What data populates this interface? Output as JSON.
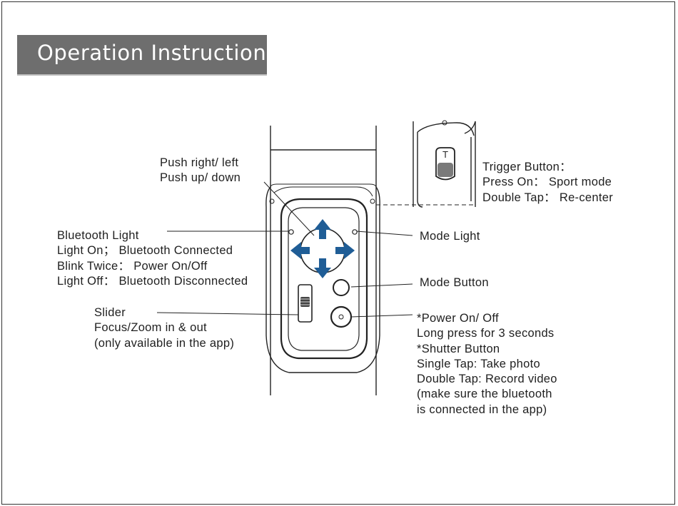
{
  "title": "Operation Instruction",
  "labels": {
    "push": [
      "Push right/ left",
      "Push up/ down"
    ],
    "bluetooth": [
      "Bluetooth Light",
      "Light On； Bluetooth Connected",
      "Blink Twice：  Power On/Off",
      "Light Off：  Bluetooth Disconnected"
    ],
    "slider": [
      "Slider",
      "Focus/Zoom in & out",
      "(only available in the app)"
    ],
    "trigger": [
      "Trigger Button：",
      "Press On： Sport mode",
      "Double Tap： Re-center"
    ],
    "mode_light": "Mode Light",
    "mode_button": "Mode Button",
    "power": [
      "*Power On/ Off",
      "Long press for 3 seconds",
      "*Shutter Button",
      "Single Tap: Take photo",
      "Double Tap: Record video",
      "(make sure the bluetooth",
      "is connected in the app)"
    ]
  },
  "trigger_letter": "T",
  "colors": {
    "arrow": "#1f5d96",
    "title_bg": "#6e6e6e",
    "line": "#222222"
  },
  "icons": [
    "arrow-up-icon",
    "arrow-down-icon",
    "arrow-left-icon",
    "arrow-right-icon",
    "power-icon"
  ]
}
